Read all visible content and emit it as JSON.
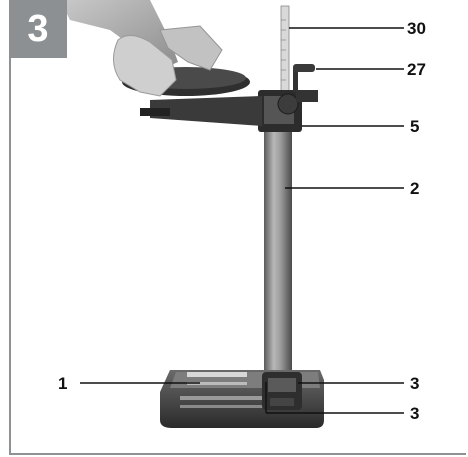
{
  "figure": {
    "step_number": "3",
    "callouts": {
      "c30": "30",
      "c27": "27",
      "c5": "5",
      "c2": "2",
      "c1": "1",
      "c3_upper": "3",
      "c3_lower": "3"
    }
  },
  "colors": {
    "badge": "#8d9093",
    "border": "#8f9295",
    "metal_dark": "#2a2a2a",
    "column": "#8a8a8a"
  }
}
